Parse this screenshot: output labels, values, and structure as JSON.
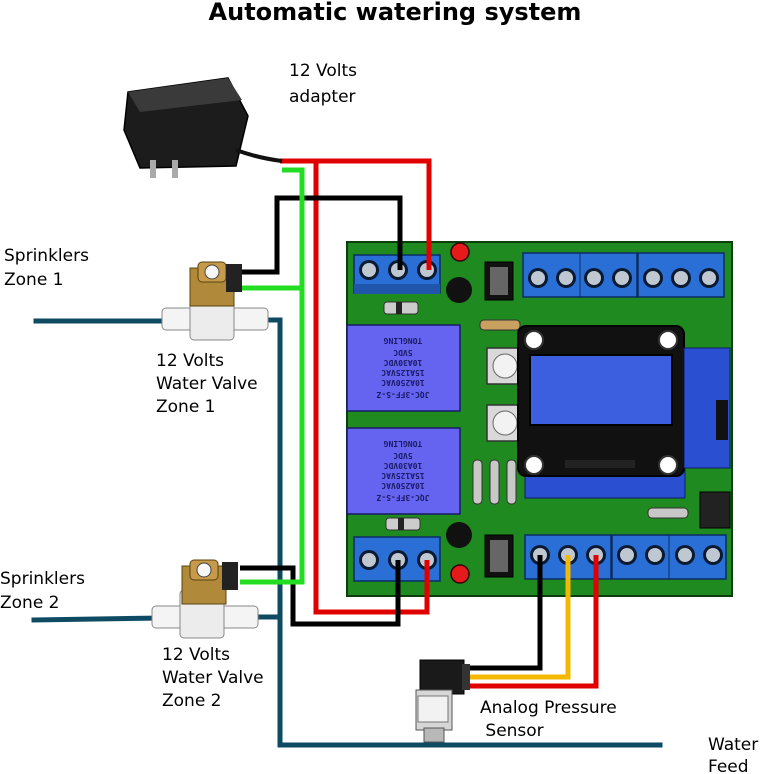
{
  "title": "Automatic watering system",
  "labels": {
    "adapter": [
      "12 Volts",
      "adapter"
    ],
    "sprinklers_zone1": [
      "Sprinklers",
      "Zone 1"
    ],
    "valve_zone1": [
      "12 Volts",
      "Water Valve",
      "Zone 1"
    ],
    "sprinklers_zone2": [
      "Sprinklers",
      "Zone 2"
    ],
    "valve_zone2": [
      "12 Volts",
      "Water Valve",
      "Zone 2"
    ],
    "pressure_sensor": [
      "Analog Pressure",
      " Sensor"
    ],
    "water_feed": [
      "Water",
      "Feed"
    ]
  },
  "relay_text": [
    "JQC-3FF-S-Z",
    "10A250VAC",
    "15A125VAC",
    "10A30VDC",
    "5VDC",
    "TONGLING"
  ],
  "colors": {
    "pcb": "#1f8a1f",
    "relay": "#6464f0",
    "terminal": "#2a6fd6",
    "lcd": "#3c5fe0",
    "pipe": "#0f4a63",
    "wire_red": "#e00000",
    "wire_black": "#000000",
    "wire_green": "#22dd22",
    "wire_yellow": "#f5b800"
  }
}
